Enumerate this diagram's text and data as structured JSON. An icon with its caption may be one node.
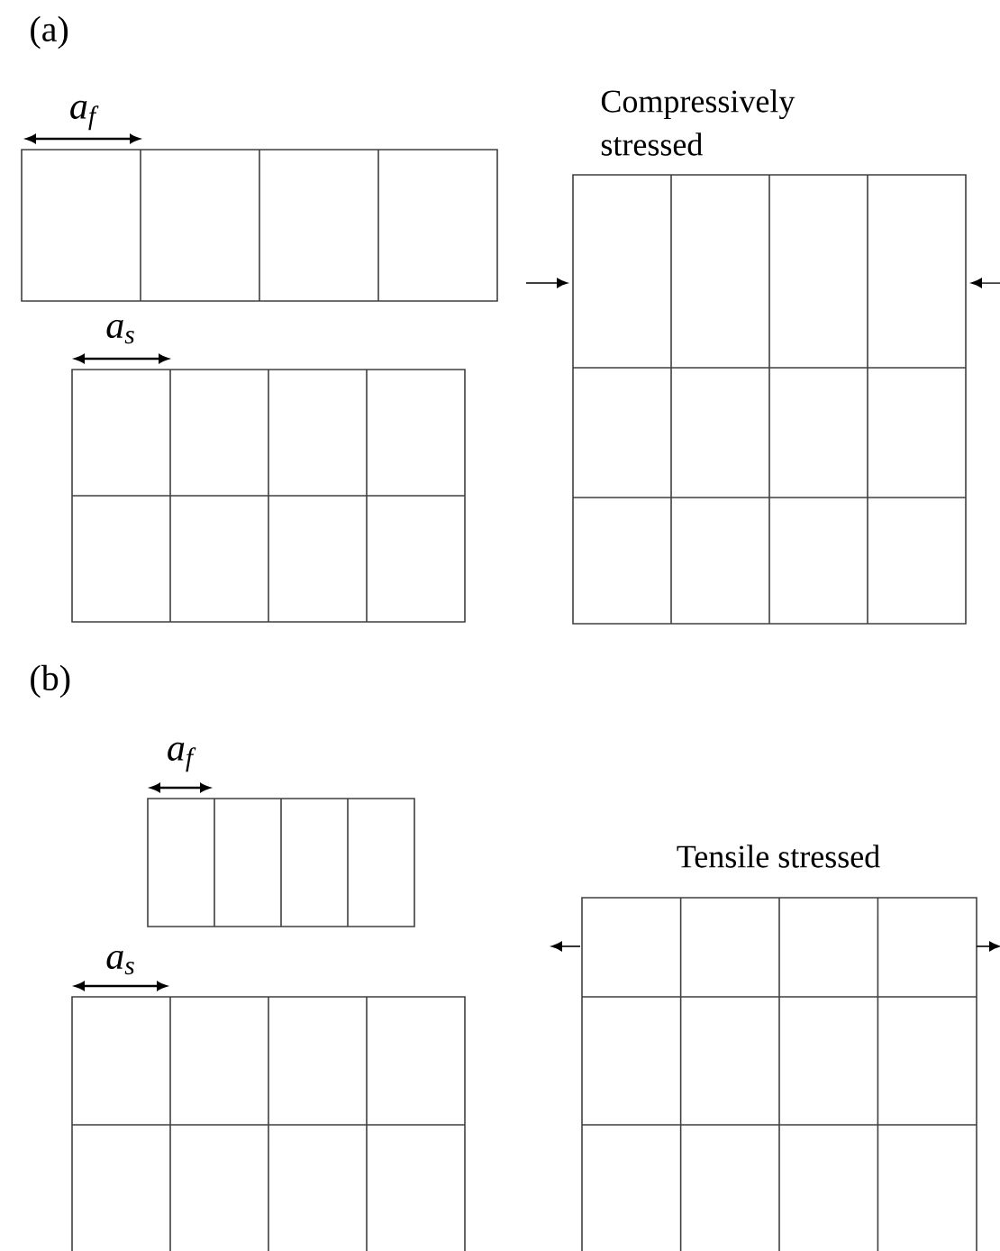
{
  "diagram": {
    "labels": [
      "(a)",
      "a$_{f}$",
      "a$_{s}$",
      "Compressively stressed",
      "(b)",
      "a$_{f}$",
      "a$_{s}$",
      "Tensile stressed"
    ]
  }
}
